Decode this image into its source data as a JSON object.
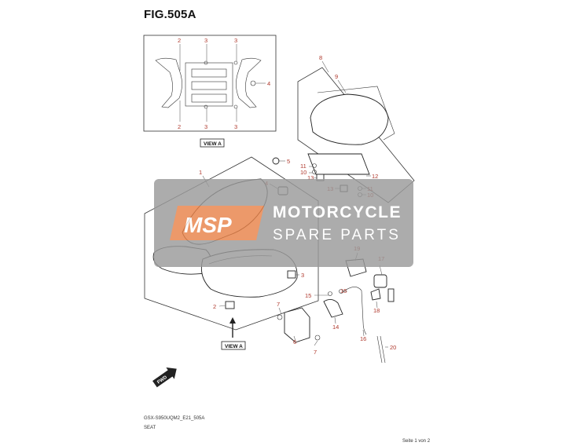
{
  "figure": {
    "title": "FIG.505A",
    "model_code": "GSX-S950UQM2_E21_505A",
    "section_name": "SEAT",
    "page_indicator": "Seite 1 von 2"
  },
  "inset_view": {
    "label": "VIEW A",
    "callouts": [
      "2",
      "3",
      "3",
      "4",
      "2",
      "3",
      "3"
    ]
  },
  "main_view": {
    "label": "VIEW A"
  },
  "callouts": [
    "1",
    "2",
    "3",
    "4",
    "5",
    "6",
    "7",
    "7",
    "8",
    "9",
    "10",
    "10",
    "11",
    "11",
    "12",
    "13",
    "13",
    "14",
    "15",
    "15",
    "16",
    "17",
    "18",
    "19",
    "20"
  ],
  "fwd_badge": "FWD",
  "watermark": {
    "logo": "MSP",
    "line1": "MOTORCYCLE",
    "line2": "SPARE PARTS"
  },
  "colors": {
    "callout_text": "#b03a2e",
    "watermark_bg": "#9a9a9a",
    "watermark_logo": "#e8834a",
    "ink": "#222222"
  }
}
